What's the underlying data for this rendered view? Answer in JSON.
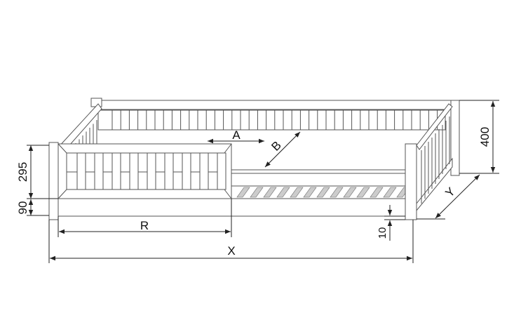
{
  "labels": {
    "width_total": "X",
    "depth_total": "Y",
    "guard_length": "R",
    "mattress_length": "A",
    "mattress_width": "B",
    "guard_height": "295",
    "base_height": "90",
    "total_height": "400",
    "floor_clearance": "10"
  },
  "colors": {
    "line": "#555555",
    "dimension": "#222222"
  }
}
